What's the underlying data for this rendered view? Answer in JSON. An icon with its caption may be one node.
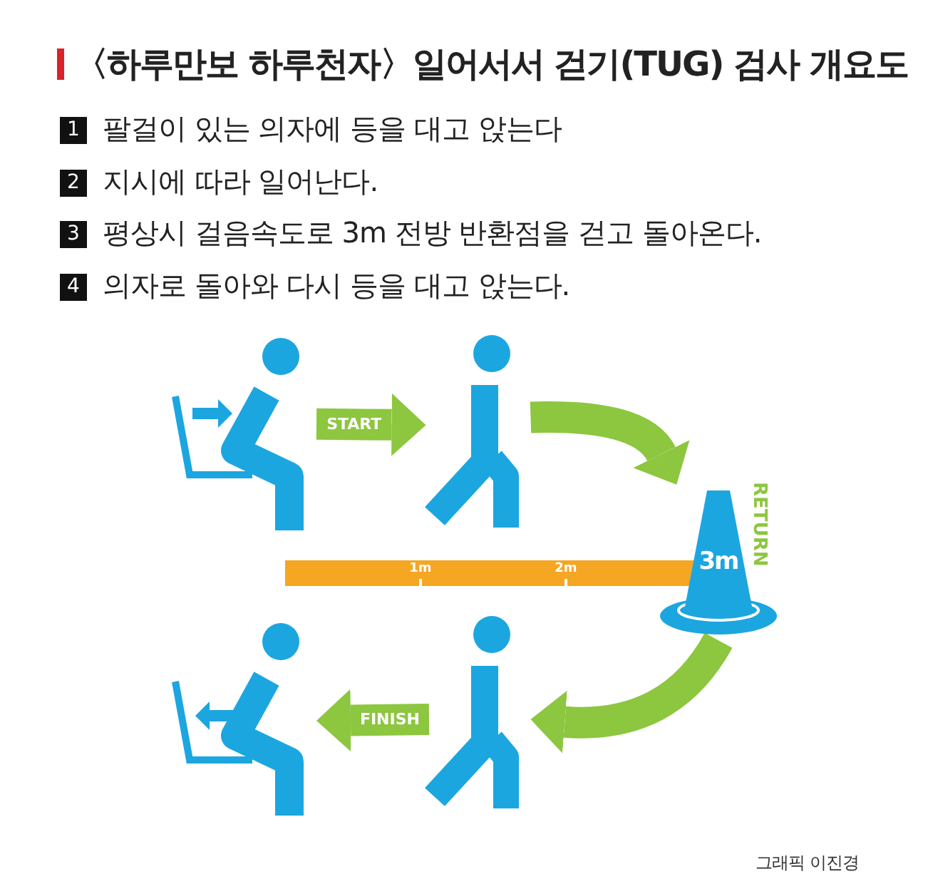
{
  "diagram": {
    "title": "〈하루만보 하루천자〉일어서서 걷기(TUG) 검사 개요도",
    "nodes": [
      {
        "text": [],
        "shape": "person"
      },
      {
        "text": [],
        "shape": "person"
      },
      {
        "text": [
          "3m"
        ],
        "beside": [
          "RETURN"
        ]
      },
      {
        "text": [],
        "shape": "person"
      },
      {
        "text": [],
        "shape": "person"
      }
    ],
    "edges": [
      {
        "from": 0,
        "to": 1,
        "arrow": "to",
        "label": "START"
      },
      {
        "from": 1,
        "to": 2,
        "arrow": "to"
      },
      {
        "from": 2,
        "to": 3,
        "arrow": "to"
      },
      {
        "from": 3,
        "to": 4,
        "arrow": "to",
        "label": "FINISH"
      }
    ],
    "labels": [
      "1",
      "팔걸이 있는 의자에 등을 대고 앉는다",
      "2",
      "지시에 따라 일어난다.",
      "3",
      "평상시 걸음속도로 3m 전방 반환점을 걷고 돌아온다.",
      "4",
      "의자로 돌아와 다시 등을 대고 앉는다.",
      "1m",
      "2m",
      "그래픽 이진경"
    ]
  }
}
